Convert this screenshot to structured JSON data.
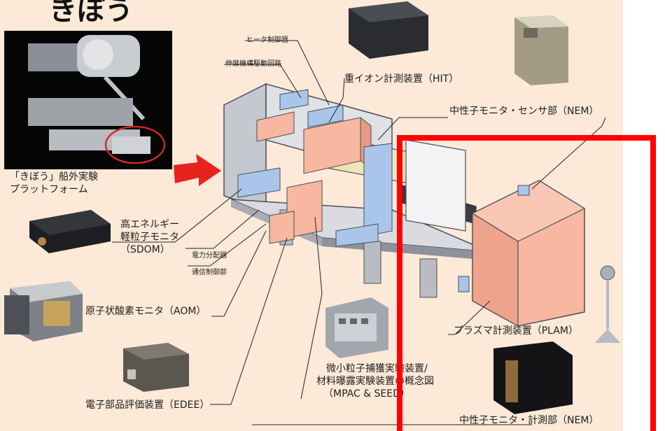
{
  "page": {
    "headline": "きぼう",
    "colors": {
      "background": "#fce9d8",
      "highlight_frame": "#ff0000",
      "arrow": "#e8231d",
      "instrument_block": "#f7b7a0",
      "module_block": "#a9c6ea"
    }
  },
  "labels": {
    "platform_line1": "「きぼう」船外実験",
    "platform_line2": "プラットフォーム",
    "heater": "ヒータ制御器",
    "deploy": "伸展機構駆動回路",
    "hit": "重イオン計測装置（HIT）",
    "nem_sensor": "中性子モニタ・センサ部（NEM）",
    "sdom_line1": "高エネルギー",
    "sdom_line2": "軽粒子モニタ",
    "sdom_line3": "（SDOM）",
    "power": "電力分配器",
    "comm": "通信制御部",
    "aom": "原子状酸素モニタ（AOM）",
    "plam": "プラズマ計測装置（PLAM）",
    "mpac_line1": "微小粒子捕獲実験装置/",
    "mpac_line2": "材料曝露実験装置の概念図",
    "mpac_line3": "（MPAC & SEED）",
    "edee": "電子部品評価装置（EDEE）",
    "nem_measure": "中性子モニタ・計測部（NEM）"
  }
}
